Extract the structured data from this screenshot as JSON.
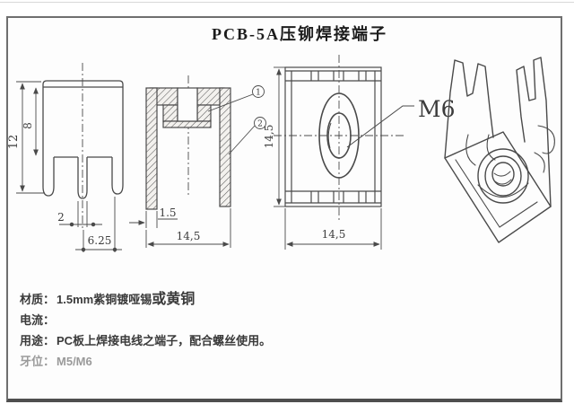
{
  "page": {
    "title": "PCB-5A压铆焊接端子"
  },
  "drawings": {
    "front": {
      "dim_total_height": "12",
      "dim_body_height": "8",
      "dim_pin_width": "2",
      "dim_pin_pitch": "6.25"
    },
    "section": {
      "dim_thickness": "1.5",
      "dim_width": "14,5",
      "callout_1": "1",
      "callout_2": "2"
    },
    "top": {
      "dim_height": "14,5",
      "dim_width": "14,5",
      "thread_label": "M6"
    }
  },
  "specs": {
    "material_label": "材质：",
    "material_value": "1.5mm紫铜镀哑锡",
    "material_value_large": "或黄铜",
    "current_label": "电流：",
    "current_value": "",
    "usage_label": "用途：",
    "usage_value": "PC板上焊接电线之端子，配合螺丝使用。",
    "thread_label": "牙位：",
    "thread_value": "M5/M6"
  },
  "colors": {
    "line": "#4a4a4a",
    "frame_border": "#6f6f6f",
    "text": "#3a3a3a",
    "muted": "#9a9a9a"
  }
}
